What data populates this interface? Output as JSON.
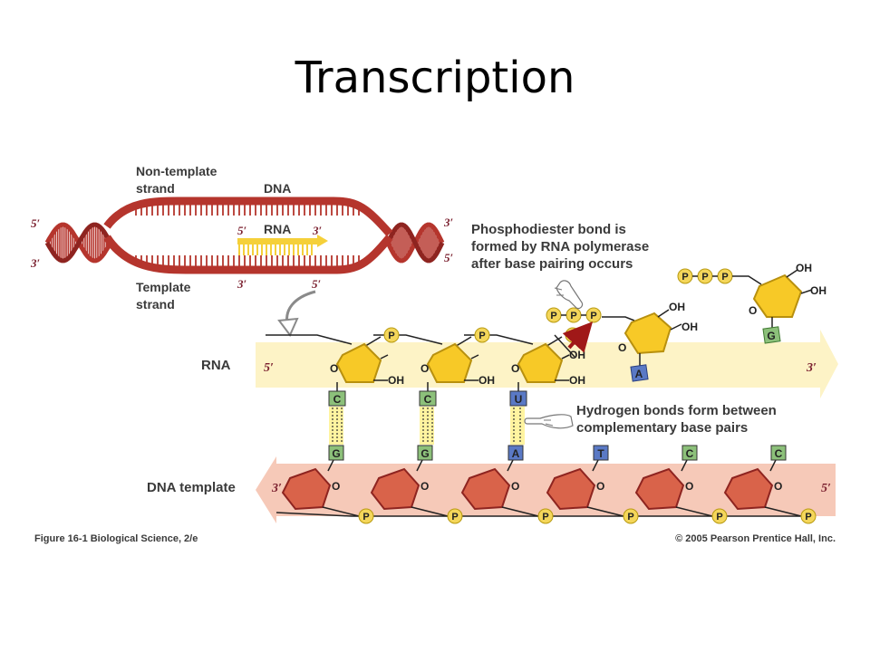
{
  "title": "Transcription",
  "labels": {
    "non_template_strand": [
      "Non-template",
      "strand"
    ],
    "dna": "DNA",
    "rna_inset": "RNA",
    "template_strand": [
      "Template",
      "strand"
    ],
    "phosphodiester": [
      "Phosphodiester bond is",
      "formed by RNA polymerase",
      "after base pairing occurs"
    ],
    "hydrogen_bonds": [
      "Hydrogen bonds form between",
      "complementary base pairs"
    ],
    "rna_row": "RNA",
    "dna_template_row": "DNA template",
    "figure_caption": "Figure 16-1  Biological Science, 2/e",
    "copyright": "© 2005 Pearson Prentice Hall, Inc."
  },
  "ends": {
    "five": "5′",
    "three": "3′"
  },
  "atoms": {
    "o": "O",
    "oh": "OH",
    "p": "P"
  },
  "rna_bases": [
    "C",
    "C",
    "U"
  ],
  "paired_dna_bases": [
    "G",
    "G",
    "A",
    "T",
    "C",
    "C"
  ],
  "incoming_bases": [
    "A",
    "G"
  ],
  "colors": {
    "dna_strand": "#b5352d",
    "rna_band": "#fdf3c6",
    "dna_band": "#f6c9b8",
    "sugar_yellow": "#f7c927",
    "sugar_red": "#d9634a",
    "base_green": "#8cc07a",
    "base_blue": "#5a79c5",
    "phosphate": "#f4d65a",
    "label_gray": "#3a3a3a",
    "end_label": "#7a1f2e"
  }
}
